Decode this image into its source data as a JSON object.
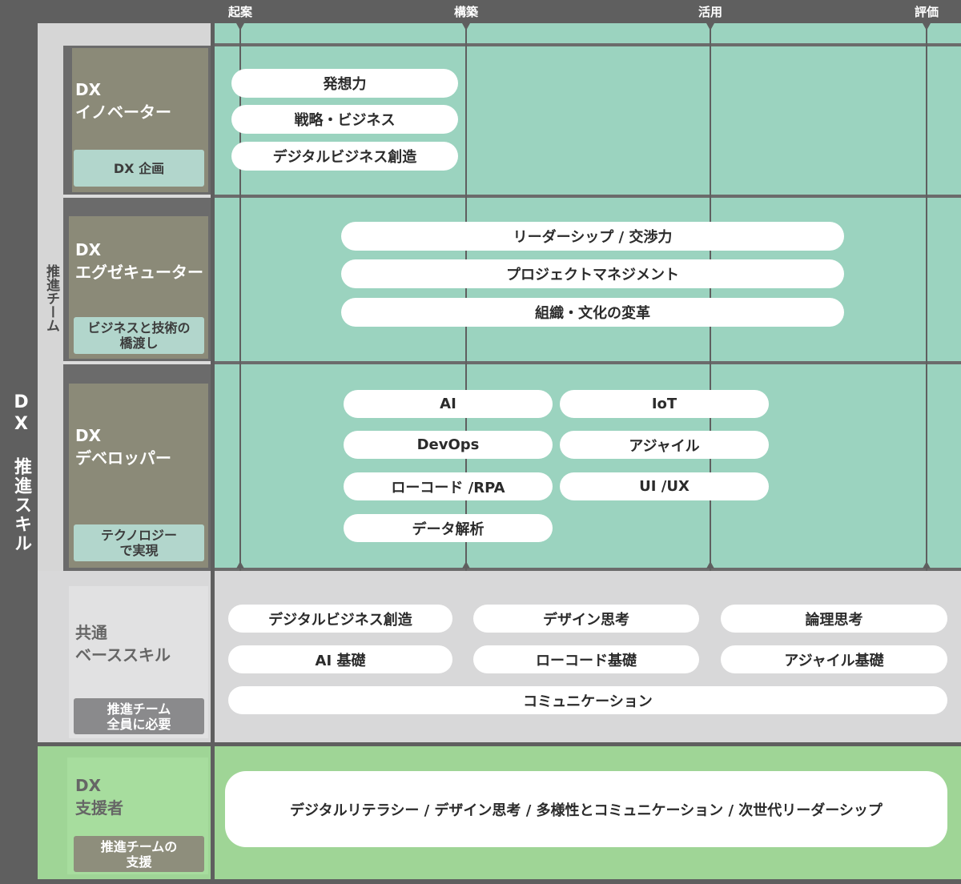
{
  "phases": [
    "起案",
    "構築",
    "活用",
    "評価"
  ],
  "side_labels": {
    "outer": "DX 推進スキル",
    "team": "推進チーム"
  },
  "roles": {
    "innovator": {
      "title": "DX\nイノベーター",
      "badge": "DX 企画",
      "skills": [
        "発想力",
        "戦略・ビジネス",
        "デジタルビジネス創造"
      ]
    },
    "executor": {
      "title": "DX\nエグゼキューター",
      "badge": "ビジネスと技術の\n橋渡し",
      "skills": [
        "リーダーシップ / 交渉力",
        "プロジェクトマネジメント",
        "組織・文化の変革"
      ]
    },
    "developer": {
      "title": "DX\nデベロッパー",
      "badge": "テクノロジー\nで実現",
      "skills": [
        "AI",
        "IoT",
        "DevOps",
        "アジャイル",
        "ローコード /RPA",
        "UI /UX",
        "データ解析"
      ]
    },
    "common": {
      "title": "共通\nベーススキル",
      "badge": "推進チーム\n全員に必要",
      "skills": [
        "デジタルビジネス創造",
        "デザイン思考",
        "論理思考",
        "AI 基礎",
        "ローコード基礎",
        "アジャイル基礎",
        "コミュニケーション"
      ]
    },
    "supporter": {
      "title": "DX\n支援者",
      "badge": "推進チームの\n支援",
      "skills": [
        "デジタルリテラシー / デザイン思考 / 多様性とコミュニケーション / 次世代リーダーシップ"
      ]
    }
  },
  "colors": {
    "frame": "#5f5f5f",
    "teal": "#9bd3bf",
    "role_card": "#8b8a78",
    "badge_teal": "#b2d6cc",
    "common_bg": "#d8d8d9",
    "common_card": "#e1e1e2",
    "common_badge": "#8a8a8c",
    "green_bg": "#9fd596",
    "green_badge": "#8e8e7c"
  }
}
